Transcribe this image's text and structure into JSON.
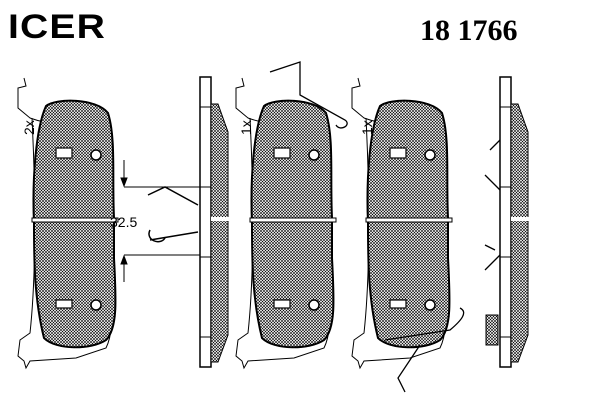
{
  "header": {
    "brand": "ICER",
    "part_number": "18 1766"
  },
  "drawing": {
    "pads": [
      {
        "quantity": "2x"
      },
      {
        "quantity": "1x"
      },
      {
        "quantity": "1x"
      }
    ],
    "dimension": "32.5",
    "colors": {
      "line": "#000000",
      "background": "#ffffff"
    }
  }
}
